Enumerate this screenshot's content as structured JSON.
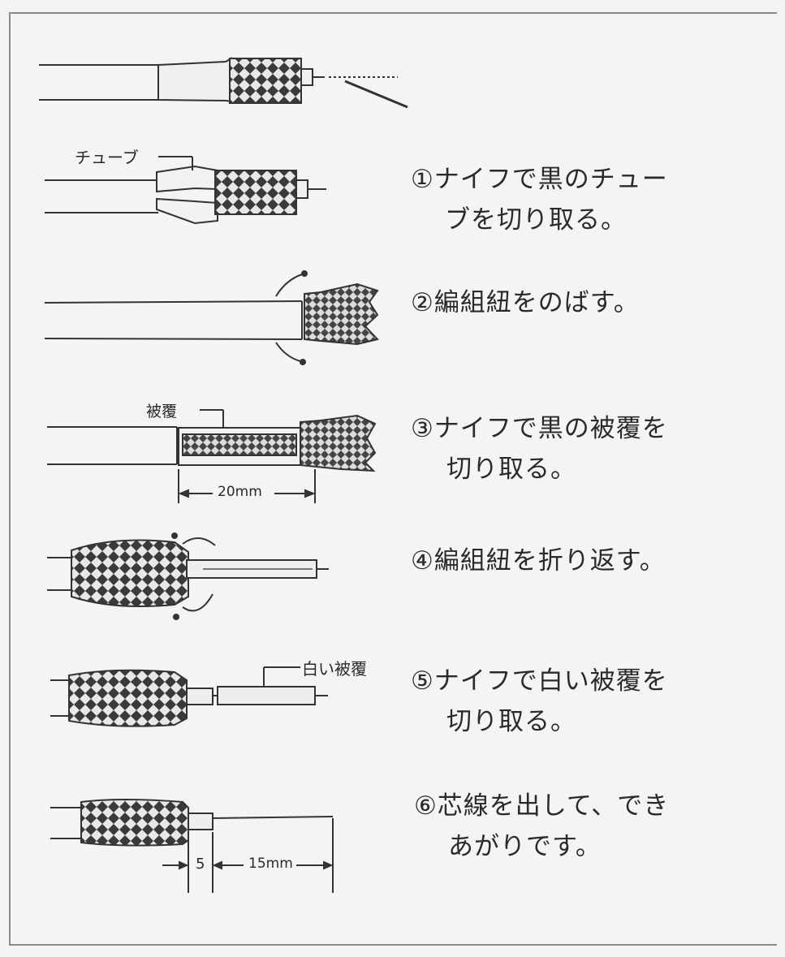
{
  "steps": [
    {
      "line1": "①ナイフで黒のチュー",
      "line2": "ブを切り取る。"
    },
    {
      "line1": "②編組紐をのばす。",
      "line2": ""
    },
    {
      "line1": "③ナイフで黒の被覆を",
      "line2": "切り取る。"
    },
    {
      "line1": "④編組紐を折り返す。",
      "line2": ""
    },
    {
      "line1": "⑤ナイフで白い被覆を",
      "line2": "切り取る。"
    },
    {
      "line1": "⑥芯線を出して、でき",
      "line2": "あがりです。"
    }
  ],
  "labels": {
    "tube": "チューブ",
    "sheath": "被覆",
    "white_sheath": "白い被覆",
    "dim_20": "20mm",
    "dim_5": "5",
    "dim_15": "15mm"
  }
}
